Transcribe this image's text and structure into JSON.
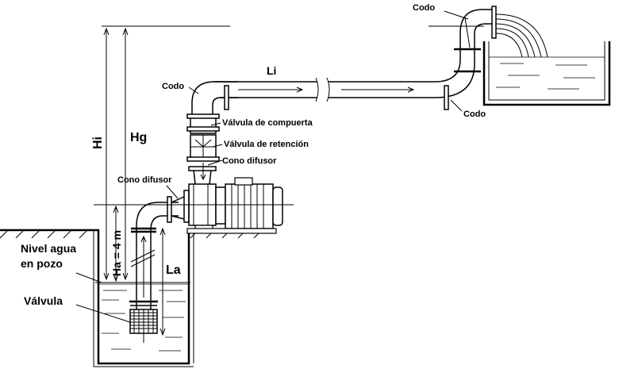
{
  "labels": {
    "codo_top": "Codo",
    "codo_right": "Codo",
    "codo_left": "Codo",
    "li": "Li",
    "hi": "Hi",
    "hg": "Hg",
    "valvula_compuerta": "Válvula de compuerta",
    "valvula_retencion": "Válvula de retención",
    "cono_difusor_right": "Cono difusor",
    "cono_difusor_left": "Cono difusor",
    "ha": "Ha = 4 m",
    "la": "La",
    "nivel_agua_1": "Nivel agua",
    "nivel_agua_2": "en pozo",
    "valvula": "Válvula"
  },
  "colors": {
    "line": "#000000",
    "background": "#ffffff"
  }
}
